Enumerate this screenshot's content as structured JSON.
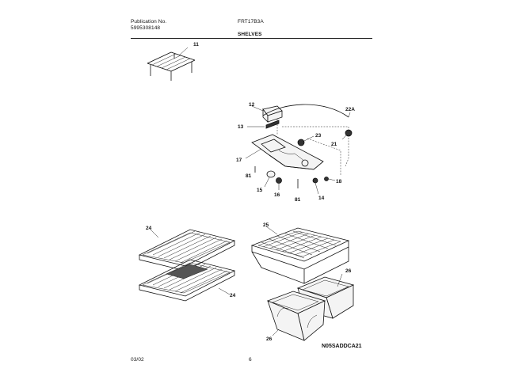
{
  "header": {
    "publication_label": "Publication No.",
    "publication_number": "5995308148",
    "model": "FRT17B3A",
    "section": "SHELVES"
  },
  "callouts": {
    "c11": "11",
    "c12": "12",
    "c13": "13",
    "c17": "17",
    "c81a": "81",
    "c15": "15",
    "c16": "16",
    "c81b": "81",
    "c14": "14",
    "c18": "18",
    "c23": "23",
    "c21": "21",
    "c22a": "22A",
    "c24a": "24",
    "c24b": "24",
    "c25": "25",
    "c26a": "26",
    "c26b": "26"
  },
  "drawing_code": "N05SADDCA21",
  "footer": {
    "date": "03/02",
    "page": "6"
  }
}
